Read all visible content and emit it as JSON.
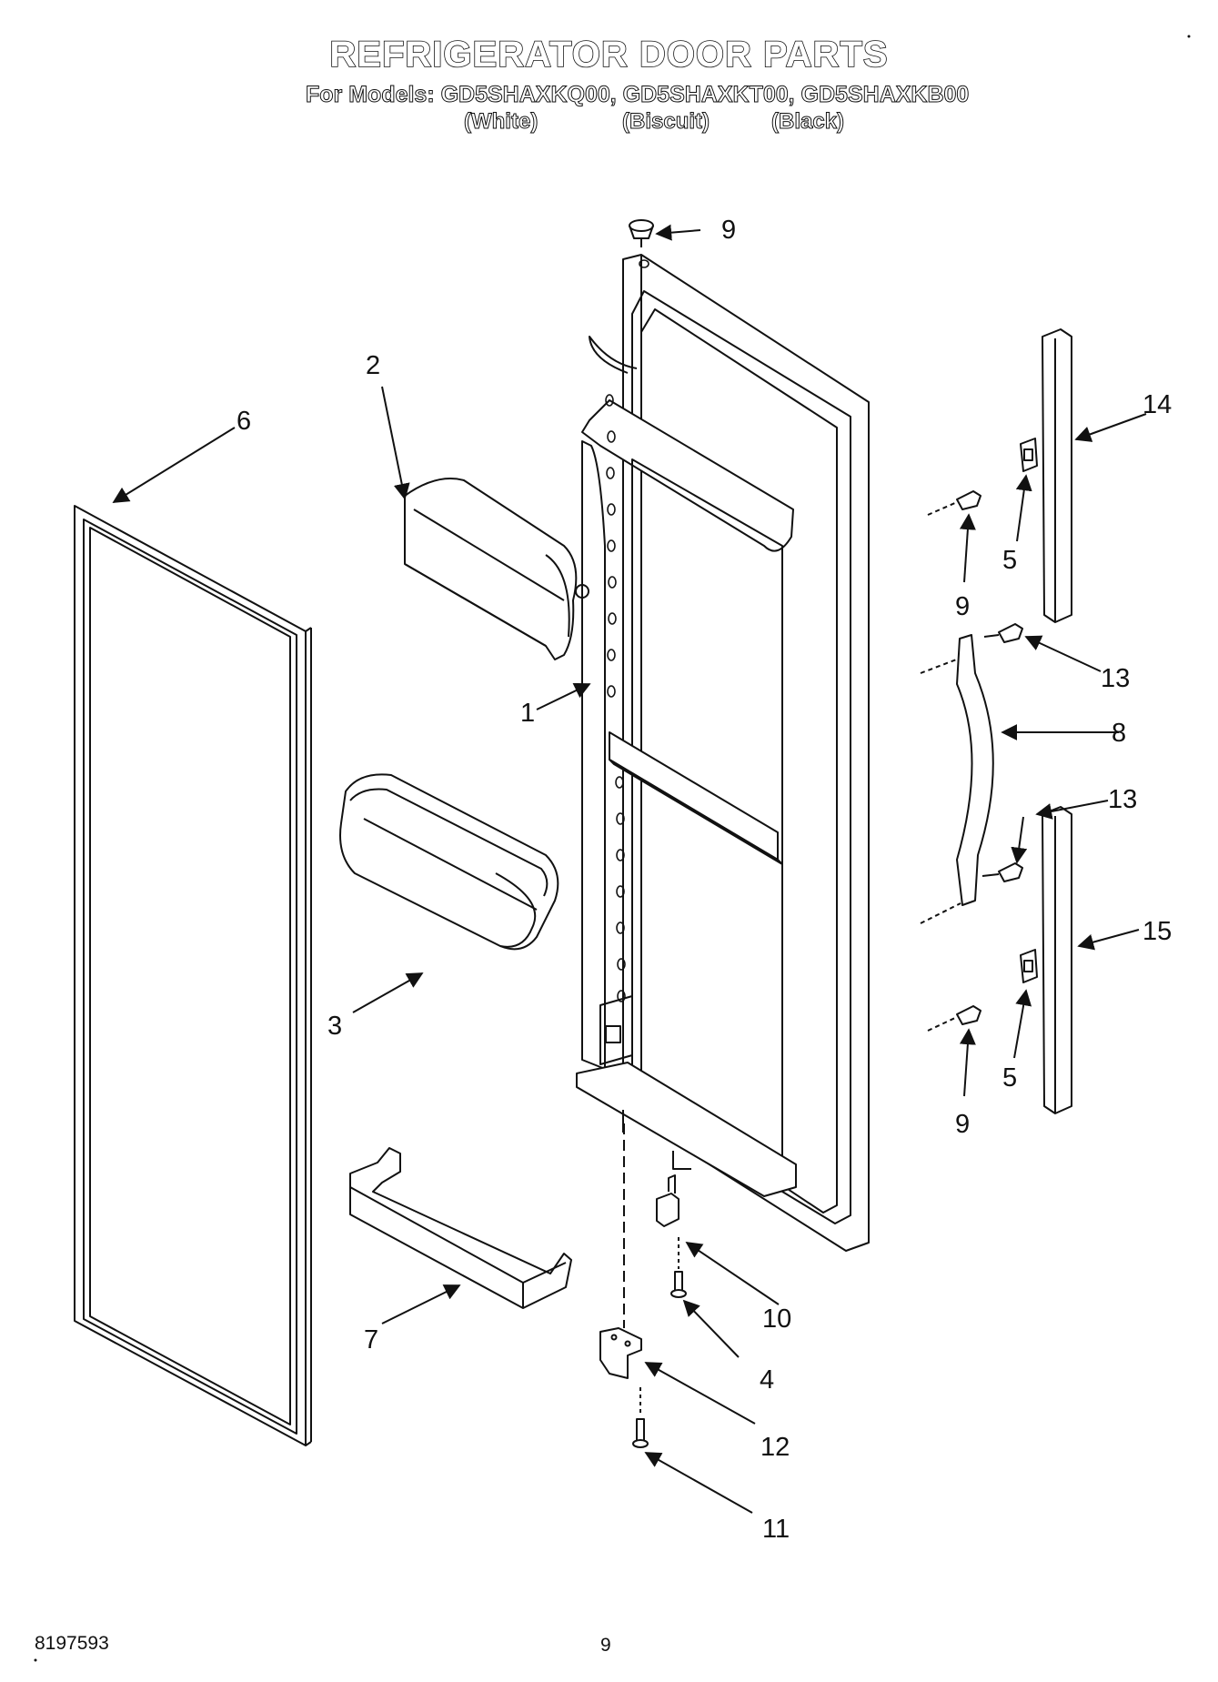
{
  "header": {
    "title": "REFRIGERATOR DOOR PARTS",
    "models": "For Models: GD5SHAXKQ00, GD5SHAXKT00, GD5SHAXKB00",
    "variants": [
      "(White)",
      "(Biscuit)",
      "(Black)"
    ]
  },
  "callouts": [
    "9",
    "2",
    "6",
    "14",
    "5",
    "9",
    "1",
    "13",
    "8",
    "13",
    "15",
    "3",
    "5",
    "9",
    "10",
    "4",
    "7",
    "12",
    "11"
  ],
  "footer": {
    "doc_number": "8197593",
    "page_number": "9"
  }
}
